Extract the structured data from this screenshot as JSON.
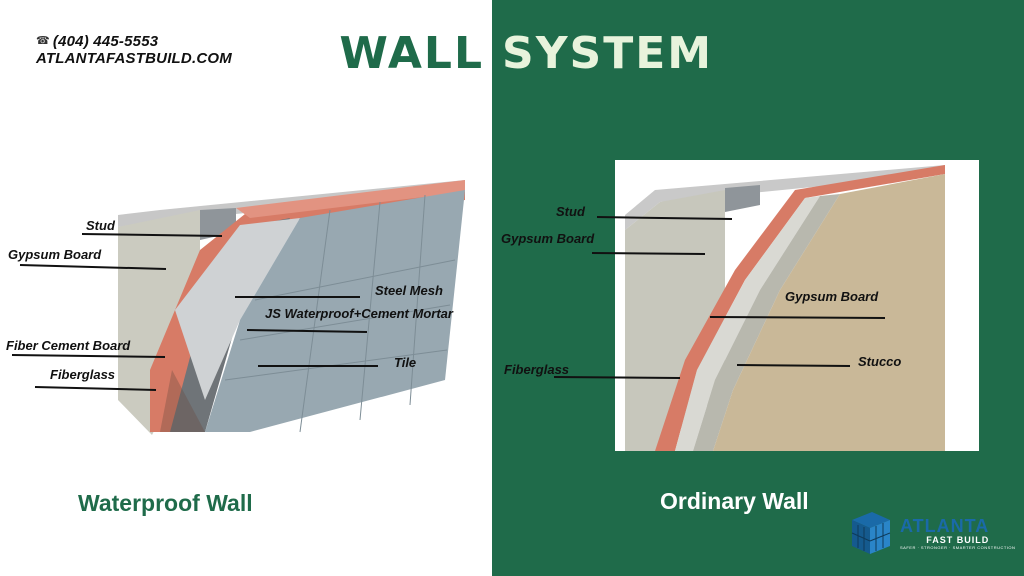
{
  "contact": {
    "phone": "(404) 445-5553",
    "website": "ATLANTAFASTBUILD.COM",
    "phone_icon": "phone-icon"
  },
  "title": {
    "word1": "WALL",
    "word2": "SYSTEM"
  },
  "waterproof": {
    "heading": "Waterproof Wall",
    "labels": {
      "stud": "Stud",
      "gypsum": "Gypsum Board",
      "fiber_cement": "Fiber Cement Board",
      "fiberglass": "Fiberglass",
      "steel_mesh": "Steel Mesh",
      "js_mortar": "JS Waterproof+Cement Mortar",
      "tile": "Tile"
    }
  },
  "ordinary": {
    "heading": "Ordinary Wall",
    "labels": {
      "stud": "Stud",
      "gypsum_left": "Gypsum Board",
      "gypsum_right": "Gypsum Board",
      "stucco": "Stucco",
      "fiberglass": "Fiberglass"
    }
  },
  "logo": {
    "line1": "ATLANTA",
    "line2": "FAST BUILD",
    "line3": "SAFER · STRONGER · SMARTER CONSTRUCTION"
  },
  "colors": {
    "brand_green": "#1f6b4a",
    "title_light": "#e8f3dc",
    "logo_blue": "#1a6aa8"
  }
}
